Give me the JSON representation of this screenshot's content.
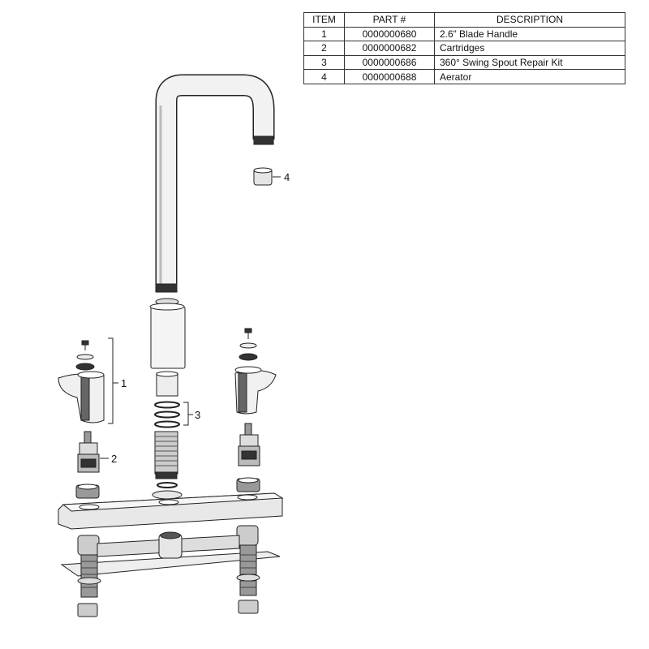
{
  "parts_table": {
    "headers": [
      "ITEM",
      "PART #",
      "DESCRIPTION"
    ],
    "rows": [
      {
        "item": "1",
        "part": "0000000680",
        "description": "2.6” Blade Handle"
      },
      {
        "item": "2",
        "part": "0000000682",
        "description": "Cartridges"
      },
      {
        "item": "3",
        "part": "0000000686",
        "description": "360° Swing Spout Repair Kit"
      },
      {
        "item": "4",
        "part": "0000000688",
        "description": "Aerator"
      }
    ]
  },
  "callouts": {
    "c1": "1",
    "c2": "2",
    "c3": "3",
    "c4": "4"
  }
}
